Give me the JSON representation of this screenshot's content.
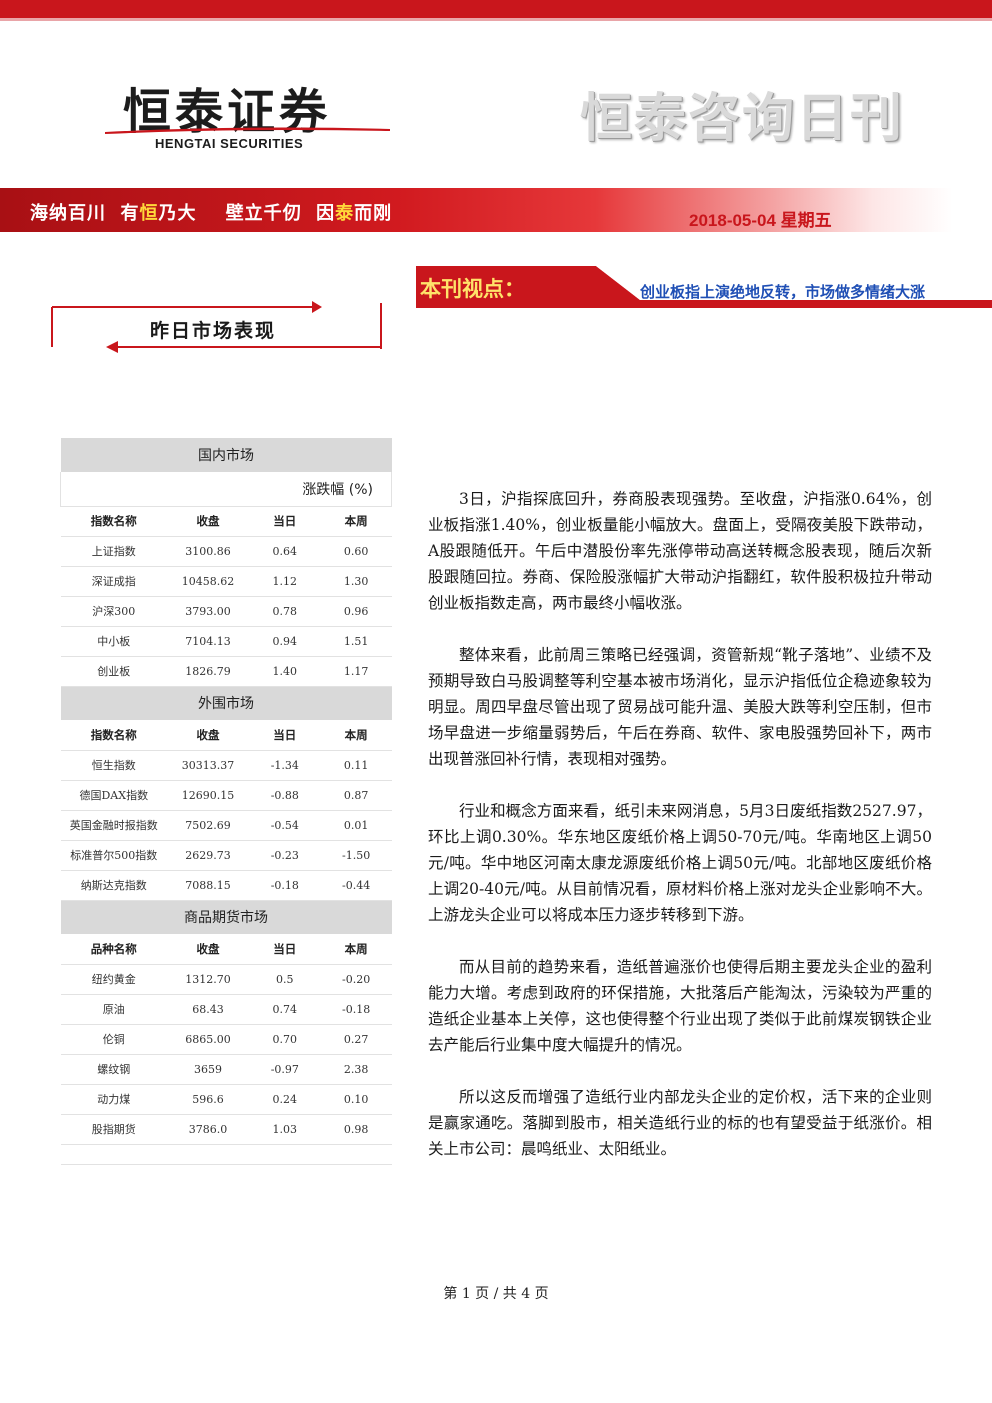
{
  "brand": {
    "logo_cn": "恒泰证券",
    "logo_en": "HENGTAI SECURITIES",
    "daily_title": "恒泰咨询日刊",
    "slogan_parts": [
      "海纳百川  有",
      "恒",
      "乃大    壁立千仞  因",
      "泰",
      "而刚"
    ],
    "date": "2018-05-04 星期五",
    "brand_red": "#c9161c"
  },
  "view": {
    "label": "本刊视点：",
    "headline": "创业板指上演绝地反转，市场做多情绪大涨"
  },
  "market": {
    "title": "昨日市场表现",
    "unit": "涨跌幅 (%)",
    "domestic": {
      "section": "国内市场",
      "headers": [
        "指数名称",
        "收盘",
        "当日",
        "本周"
      ],
      "rows": [
        [
          "上证指数",
          "3100.86",
          "0.64",
          "0.60"
        ],
        [
          "深证成指",
          "10458.62",
          "1.12",
          "1.30"
        ],
        [
          "沪深300",
          "3793.00",
          "0.78",
          "0.96"
        ],
        [
          "中小板",
          "7104.13",
          "0.94",
          "1.51"
        ],
        [
          "创业板",
          "1826.79",
          "1.40",
          "1.17"
        ]
      ]
    },
    "foreign": {
      "section": "外围市场",
      "headers": [
        "指数名称",
        "收盘",
        "当日",
        "本周"
      ],
      "rows": [
        [
          "恒生指数",
          "30313.37",
          "-1.34",
          "0.11"
        ],
        [
          "德国DAX指数",
          "12690.15",
          "-0.88",
          "0.87"
        ],
        [
          "英国金融时报指数",
          "7502.69",
          "-0.54",
          "0.01"
        ],
        [
          "标准普尔500指数",
          "2629.73",
          "-0.23",
          "-1.50"
        ],
        [
          "纳斯达克指数",
          "7088.15",
          "-0.18",
          "-0.44"
        ]
      ]
    },
    "futures": {
      "section": "商品期货市场",
      "headers": [
        "品种名称",
        "收盘",
        "当日",
        "本周"
      ],
      "rows": [
        [
          "纽约黄金",
          "1312.70",
          "0.5",
          "-0.20"
        ],
        [
          "原油",
          "68.43",
          "0.74",
          "-0.18"
        ],
        [
          "伦铜",
          "6865.00",
          "0.70",
          "0.27"
        ],
        [
          "螺纹钢",
          "3659",
          "-0.97",
          "2.38"
        ],
        [
          "动力煤",
          "596.6",
          "0.24",
          "0.10"
        ],
        [
          "股指期货",
          "3786.0",
          "1.03",
          "0.98"
        ]
      ]
    }
  },
  "article": {
    "paragraphs": [
      "3日，沪指探底回升，券商股表现强势。至收盘，沪指涨0.64%，创业板指涨1.40%，创业板量能小幅放大。盘面上，受隔夜美股下跌带动，A股跟随低开。午后中潜股份率先涨停带动高送转概念股表现，随后次新股跟随回拉。券商、保险股涨幅扩大带动沪指翻红，软件股积极拉升带动创业板指数走高，两市最终小幅收涨。",
      "整体来看，此前周三策略已经强调，资管新规“靴子落地”、业绩不及预期导致白马股调整等利空基本被市场消化，显示沪指低位企稳迹象较为明显。周四早盘尽管出现了贸易战可能升温、美股大跌等利空压制，但市场早盘进一步缩量弱势后，午后在券商、软件、家电股强势回补下，两市出现普涨回补行情，表现相对强势。",
      "行业和概念方面来看，纸引未来网消息，5月3日废纸指数2527.97，环比上调0.30%。华东地区废纸价格上调50-70元/吨。华南地区上调50元/吨。华中地区河南太康龙源废纸价格上调50元/吨。北部地区废纸价格上调20-40元/吨。从目前情况看，原材料价格上涨对龙头企业影响不大。上游龙头企业可以将成本压力逐步转移到下游。",
      "而从目前的趋势来看，造纸普遍涨价也使得后期主要龙头企业的盈利能力大增。考虑到政府的环保措施，大批落后产能淘汰，污染较为严重的造纸企业基本上关停，这也使得整个行业出现了类似于此前煤炭钢铁企业去产能后行业集中度大幅提升的情况。",
      "所以这反而增强了造纸行业内部龙头企业的定价权，活下来的企业则是赢家通吃。落脚到股市，相关造纸行业的标的也有望受益于纸涨价。相关上市公司：晨鸣纸业、太阳纸业。"
    ]
  },
  "footer": {
    "page_text": "第 1 页 / 共 4 页"
  }
}
